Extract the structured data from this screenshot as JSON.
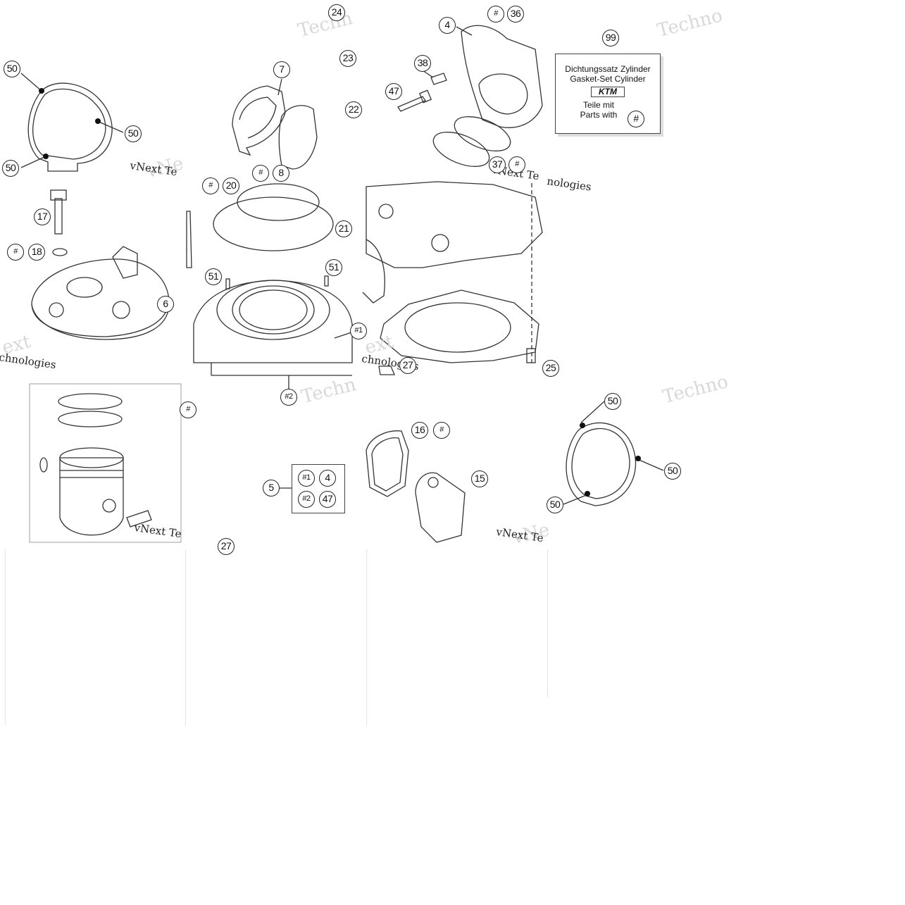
{
  "watermarks": {
    "brand_a": "Techno",
    "brand_b": "vNext Te",
    "brand_c": "Techn",
    "brand_d": "vNext Technologies",
    "brand_e": "nologies",
    "brand_f": "ext",
    "brand_g": "chnologies",
    "brand_h": "vNe"
  },
  "gasket_kit": {
    "item": "99",
    "line1": "Dichtungssatz Zylinder",
    "line2": "Gasket-Set Cylinder",
    "logo": "KTM",
    "line3": "Teile mit",
    "line4": "Parts with",
    "symbol": "#"
  },
  "assembly_5": {
    "item": "5",
    "cells": [
      "#1",
      "4",
      "#2",
      "47"
    ]
  },
  "callouts": {
    "c24": "24",
    "c4": "4",
    "c36": "#",
    "c36n": "36",
    "c23": "23",
    "c7": "7",
    "c38": "38",
    "c47": "47",
    "c22": "22",
    "c50a": "50",
    "c50b": "50",
    "c50c": "50",
    "c8h": "#",
    "c8": "8",
    "c37": "37",
    "c37h": "#",
    "c20h": "#",
    "c20": "20",
    "c17": "17",
    "c18h": "#",
    "c18": "18",
    "c21": "21",
    "c51a": "51",
    "c51b": "51",
    "c6": "6",
    "c1": "#1",
    "c27": "27",
    "c25": "25",
    "c2": "#2",
    "c16": "16",
    "c16h": "#",
    "c15": "15",
    "c50d": "50",
    "c50e": "50",
    "c50f": "50",
    "cpist": "#",
    "c27b": "27"
  },
  "colors": {
    "line": "#222222",
    "watermark": "#d8d8d8",
    "tile_seam": "#e9e1e1"
  }
}
